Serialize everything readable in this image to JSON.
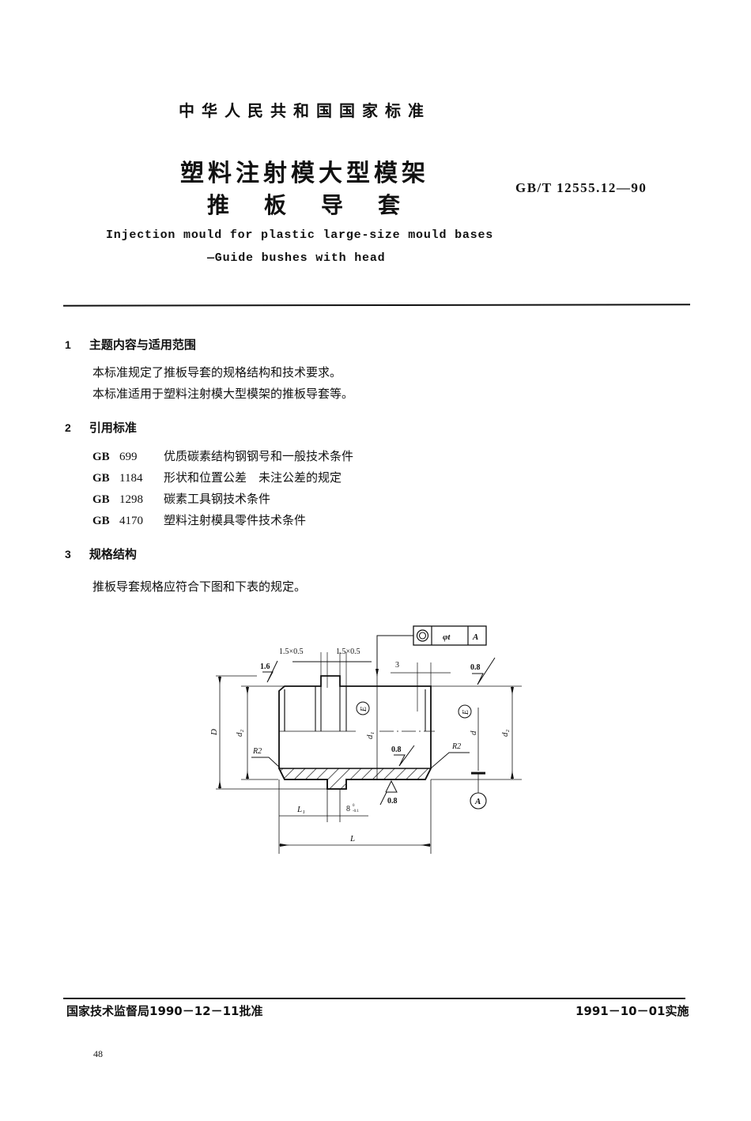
{
  "header": {
    "national_standard": "中华人民共和国国家标准",
    "title_line1": "塑料注射模大型模架",
    "title_line2": "推板导套",
    "standard_code": "GB/T 12555.12—90",
    "english_title_line1": "Injection mould for plastic large-size mould bases",
    "english_title_line2": "—Guide bushes with head"
  },
  "sections": [
    {
      "number": "1",
      "title": "主题内容与适用范围",
      "paragraphs": [
        "本标准规定了推板导套的规格结构和技术要求。",
        "本标准适用于塑料注射模大型模架的推板导套等。"
      ]
    },
    {
      "number": "2",
      "title": "引用标准",
      "references": [
        {
          "code": "GB",
          "number": "699",
          "title": "优质碳素结构钢钢号和一般技术条件"
        },
        {
          "code": "GB",
          "number": "1184",
          "title": "形状和位置公差　未注公差的规定"
        },
        {
          "code": "GB",
          "number": "1298",
          "title": "碳素工具钢技术条件"
        },
        {
          "code": "GB",
          "number": "4170",
          "title": "塑料注射模具零件技术条件"
        }
      ]
    },
    {
      "number": "3",
      "title": "规格结构",
      "paragraphs": [
        "推板导套规格应符合下图和下表的规定。"
      ]
    }
  ],
  "drawing": {
    "tolerance_frame": {
      "symbol": "concentricity",
      "value": "φt",
      "datum": "A"
    },
    "labels": {
      "groove_left": "1.5×0.5",
      "groove_right": "1.5×0.5",
      "roughness_left": "1.6",
      "roughness_right": "0.8",
      "roughness_inner": "0.8",
      "roughness_bottom": "0.8",
      "dim_3": "3",
      "D": "D",
      "d2_left": "d₂",
      "d1": "d₁",
      "d": "d",
      "d2_right": "d₂",
      "E_left": "E",
      "E_right": "E",
      "R2_left": "R2",
      "R2_right": "R2",
      "L1": "L₁",
      "dim_8": "8",
      "dim_8_tol_upper": "0",
      "dim_8_tol_lower": "-0.1",
      "L": "L",
      "datum_A": "A"
    }
  },
  "footer": {
    "approval": "国家技术监督局1990－12－11批准",
    "implementation": "1991－10－01实施",
    "page_number": "48"
  }
}
